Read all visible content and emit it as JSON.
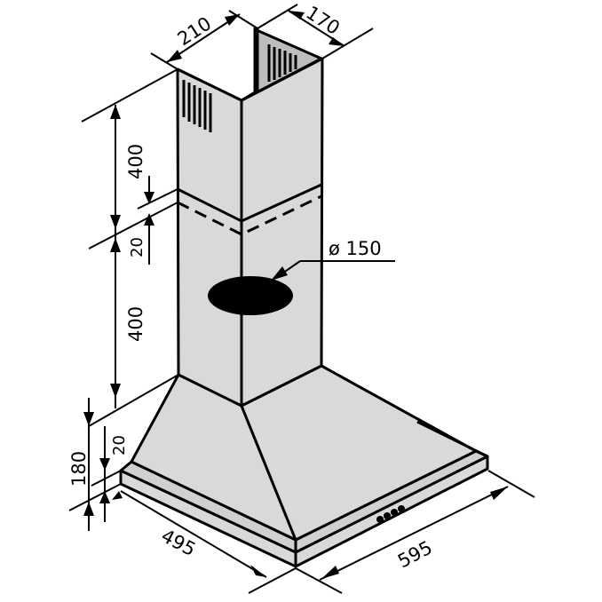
{
  "diagram": {
    "subject": "chimney cooker hood dimension drawing",
    "colors": {
      "background": "#ffffff",
      "body_fill": "#d9d9d9",
      "body_fill_dark": "#c8c8c8",
      "stroke": "#000000",
      "outlet": "#000000"
    },
    "dimensions": {
      "chimney_depth": "210",
      "chimney_width": "170",
      "upper_chimney_height": "400",
      "chimney_overlap": "20",
      "lower_chimney_height": "400",
      "outlet_diameter": "ø 150",
      "canopy_height": "180",
      "rim_height": "20",
      "hood_depth": "495",
      "hood_width": "595"
    },
    "parts": [
      "upper chimney",
      "lower chimney",
      "air outlet",
      "canopy",
      "control buttons"
    ],
    "control_buttons_count": 4
  }
}
